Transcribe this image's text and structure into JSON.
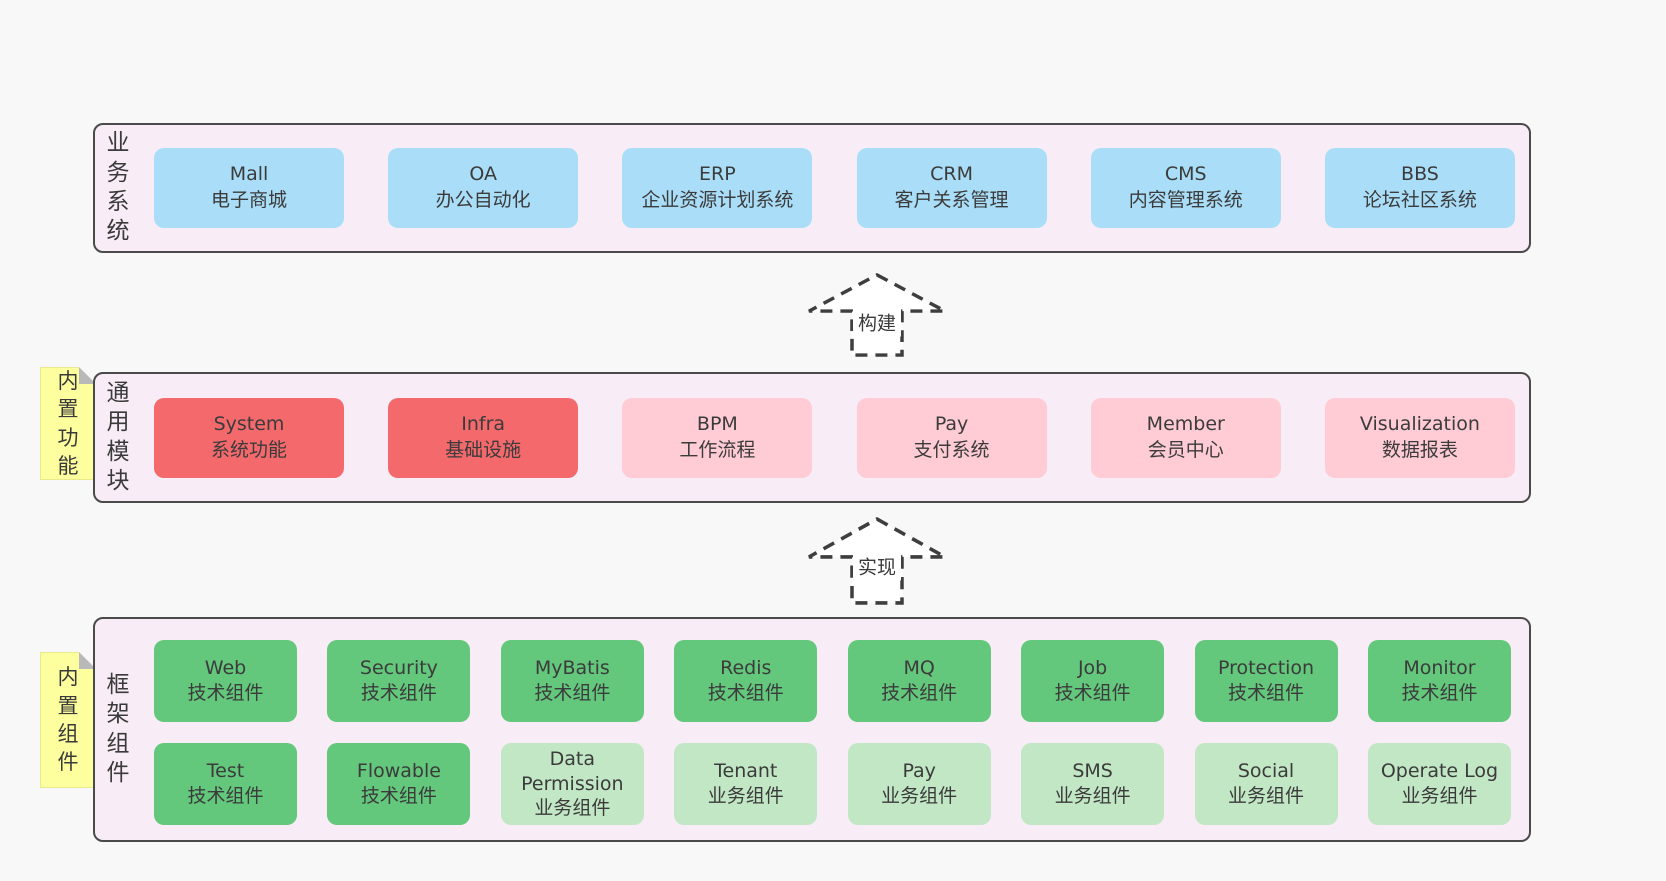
{
  "colors": {
    "page_bg": "#f8f8f8",
    "panel_bg": "#f8edf6",
    "panel_border": "#4a4a4a",
    "blue_box": "#aadef8",
    "red_box": "#f4696c",
    "pink_box": "#ffcbd4",
    "green_box": "#63c77c",
    "light_green_box": "#c2e7c5",
    "yellow_note": "#fdfe9e",
    "note_fold": "#b9b9b9",
    "text": "#3a3a3a"
  },
  "sections": {
    "business": {
      "label": "业务系统",
      "boxes": [
        {
          "name": "Mall",
          "desc": "电子商城",
          "color": "blue"
        },
        {
          "name": "OA",
          "desc": "办公自动化",
          "color": "blue"
        },
        {
          "name": "ERP",
          "desc": "企业资源计划系统",
          "color": "blue"
        },
        {
          "name": "CRM",
          "desc": "客户关系管理",
          "color": "blue"
        },
        {
          "name": "CMS",
          "desc": "内容管理系统",
          "color": "blue"
        },
        {
          "name": "BBS",
          "desc": "论坛社区系统",
          "color": "blue"
        }
      ]
    },
    "modules": {
      "label": "通用模块",
      "note": "内置功能",
      "boxes": [
        {
          "name": "System",
          "desc": "系统功能",
          "color": "red"
        },
        {
          "name": "Infra",
          "desc": "基础设施",
          "color": "red"
        },
        {
          "name": "BPM",
          "desc": "工作流程",
          "color": "pink"
        },
        {
          "name": "Pay",
          "desc": "支付系统",
          "color": "pink"
        },
        {
          "name": "Member",
          "desc": "会员中心",
          "color": "pink"
        },
        {
          "name": "Visualization",
          "desc": "数据报表",
          "color": "pink"
        }
      ]
    },
    "framework": {
      "label": "框架组件",
      "note": "内置组件",
      "rows": [
        [
          {
            "name": "Web",
            "desc": "技术组件",
            "color": "green"
          },
          {
            "name": "Security",
            "desc": "技术组件",
            "color": "green"
          },
          {
            "name": "MyBatis",
            "desc": "技术组件",
            "color": "green"
          },
          {
            "name": "Redis",
            "desc": "技术组件",
            "color": "green"
          },
          {
            "name": "MQ",
            "desc": "技术组件",
            "color": "green"
          },
          {
            "name": "Job",
            "desc": "技术组件",
            "color": "green"
          },
          {
            "name": "Protection",
            "desc": "技术组件",
            "color": "green"
          },
          {
            "name": "Monitor",
            "desc": "技术组件",
            "color": "green"
          }
        ],
        [
          {
            "name": "Test",
            "desc": "技术组件",
            "color": "green"
          },
          {
            "name": "Flowable",
            "desc": "技术组件",
            "color": "green"
          },
          {
            "name": "Data Permission",
            "desc": "业务组件",
            "color": "lightgreen"
          },
          {
            "name": "Tenant",
            "desc": "业务组件",
            "color": "lightgreen"
          },
          {
            "name": "Pay",
            "desc": "业务组件",
            "color": "lightgreen"
          },
          {
            "name": "SMS",
            "desc": "业务组件",
            "color": "lightgreen"
          },
          {
            "name": "Social",
            "desc": "业务组件",
            "color": "lightgreen"
          },
          {
            "name": "Operate Log",
            "desc": "业务组件",
            "color": "lightgreen"
          }
        ]
      ]
    }
  },
  "arrows": {
    "build": {
      "label": "构建"
    },
    "implement": {
      "label": "实现"
    }
  }
}
